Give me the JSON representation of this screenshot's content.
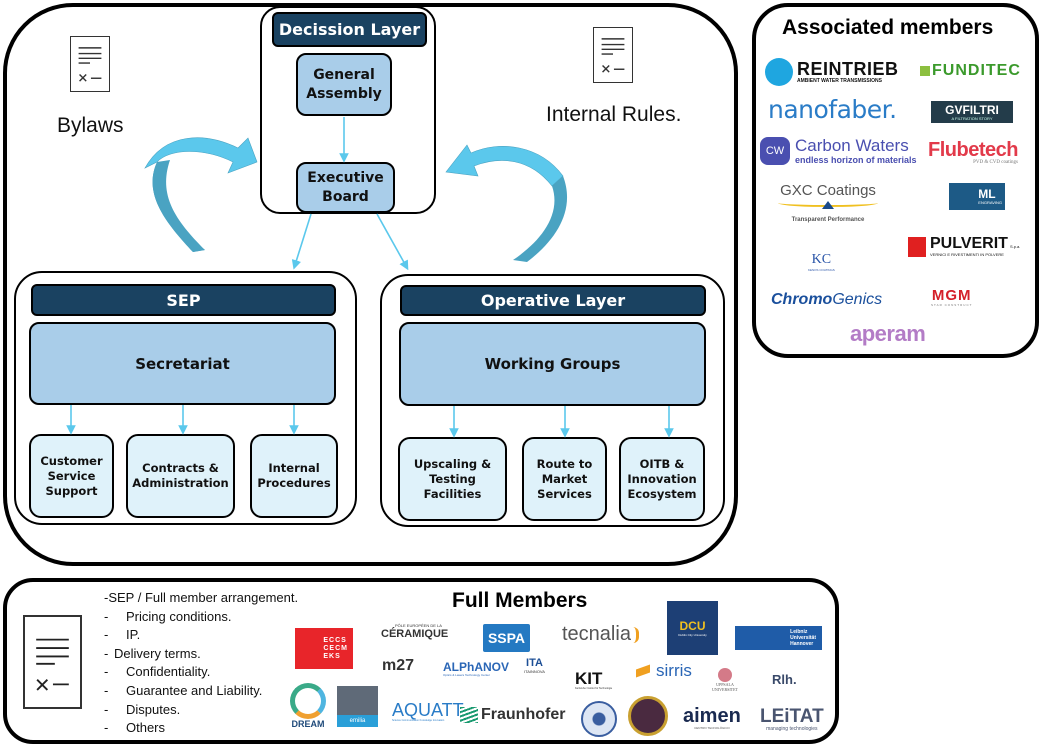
{
  "governance": {
    "bylaws_label": "Bylaws",
    "internal_rules_label": "Internal Rules.",
    "decision_layer": {
      "title": "Decission Layer",
      "general_assembly": "General\nAssembly",
      "executive_board": "Executive\nBoard"
    },
    "sep_layer": {
      "title": "SEP",
      "main_node": "Secretariat",
      "sub_nodes": [
        "Customer\nService\nSupport",
        "Contracts &\nAdministration",
        "Internal\nProcedures"
      ]
    },
    "operative_layer": {
      "title": "Operative Layer",
      "main_node": "Working Groups",
      "sub_nodes": [
        "Upscaling &\nTesting\nFacilities",
        "Route to\nMarket\nServices",
        "OITB &\nInnovation\nEcosystem"
      ]
    },
    "colors": {
      "header_dark": "#1a4261",
      "node_blue": "#a9cde9",
      "node_light": "#dff2fa",
      "arrow_light": "#5bc8ec",
      "arrow_dark": "#4aa3c2"
    }
  },
  "associated_members": {
    "title": "Associated members",
    "logos": [
      {
        "name": "REINTRIEB",
        "tagline": "AMBIENT WATER TRANSMISSIONS"
      },
      {
        "name": "FUNDITEC"
      },
      {
        "name": "nanofaber."
      },
      {
        "name": "GVFILTRI",
        "tagline": "A FILTRATION STORY"
      },
      {
        "name": "Carbon Waters",
        "tagline": "endless horizon of materials",
        "badge": "CW"
      },
      {
        "name": "Flubetech",
        "tagline": "PVD & CVD coatings"
      },
      {
        "name": "GXC Coatings",
        "tagline": "Transparent Performance"
      },
      {
        "name": "ML",
        "tagline": "ENGRAVING"
      },
      {
        "name": "PULVERIT",
        "suffix": "S.p.a.",
        "tagline": "VERNICI E RIVESTIMENTI IN POLVERE"
      },
      {
        "name": "KC",
        "tagline": "KENOS COATINGS"
      },
      {
        "name": "ChromoGenics",
        "bold_part": "Chromo",
        "light_part": "Genics"
      },
      {
        "name": "MGM",
        "tagline": "STAR CONSTRUCT"
      },
      {
        "name": "aperam"
      }
    ]
  },
  "full_members": {
    "title": "Full Members",
    "terms_heading": "-SEP / Full member  arrangement.",
    "terms": [
      {
        "dash": "-",
        "text": "Pricing conditions."
      },
      {
        "dash": "-",
        "text": "IP."
      },
      {
        "dash": "-",
        "text": "Delivery terms.",
        "short": true
      },
      {
        "dash": "-",
        "text": "Confidentiality."
      },
      {
        "dash": "-",
        "text": "Guarantee and Liability."
      },
      {
        "dash": "-",
        "text": "Disputes."
      },
      {
        "dash": "-",
        "text": "Others"
      }
    ],
    "logos": [
      {
        "name": "ECCS CECM EKS",
        "lines": [
          "ECCS",
          "CECM",
          "EKS"
        ]
      },
      {
        "name": "Pôle Européen de la Céramique",
        "top": "PÔLE EUROPÉEN DE LA",
        "main": "CÉRAMIQUE"
      },
      {
        "name": "SSPA"
      },
      {
        "name": "tecnalia"
      },
      {
        "name": "DCU",
        "tagline": "Dublin City University"
      },
      {
        "name": "Leibniz Universität Hannover",
        "lines": [
          "Leibniz",
          "Universität",
          "Hannover"
        ]
      },
      {
        "name": "M27",
        "text": "m27"
      },
      {
        "name": "ALPhANOV",
        "tagline": "Optics & Lasers Technology Center"
      },
      {
        "name": "ITA",
        "tagline": "ITAINNOVA"
      },
      {
        "name": "KIT",
        "tagline": "Karlsruher Institut für Technologie"
      },
      {
        "name": "sirris"
      },
      {
        "name": "Uppsala Universitet",
        "lines": [
          "UPPSALA",
          "UNIVERSITET"
        ]
      },
      {
        "name": "RLH",
        "text": "Rlh."
      },
      {
        "name": "DREAM"
      },
      {
        "name": "emilia",
        "text": "emilia"
      },
      {
        "name": "AQUATT",
        "text": "AQUATT",
        "tagline": "Science Communication Knowledge Innovation"
      },
      {
        "name": "Fraunhofer"
      },
      {
        "name": "University seal"
      },
      {
        "name": "Albanian University"
      },
      {
        "name": "aimen",
        "tagline": "CENTRO TECNOLÓGICO"
      },
      {
        "name": "LEITAT",
        "text": "LEiTAT",
        "tagline": "managing technologies"
      }
    ]
  }
}
